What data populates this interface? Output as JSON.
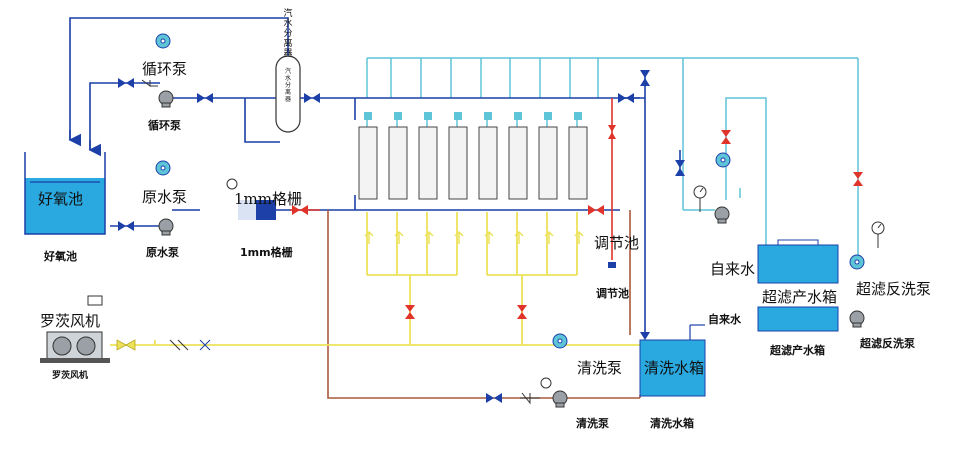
{
  "colors": {
    "air_line": "#1c3fa8",
    "cyan_line": "#5ec4d8",
    "yellow_line": "#ece25a",
    "brown_line": "#a85a3a",
    "red_line": "#e0332a",
    "tank_fill": "#29a9df",
    "membrane_fill": "#f3f3f3"
  },
  "icons": [
    "fan-icon",
    "pump-icon",
    "valve-icon",
    "check-valve-icon",
    "pressure-gauge-icon",
    "flow-meter-icon",
    "blower-icon"
  ],
  "labels": {
    "oxic_tank_overlay": "好氧池",
    "oxic_tank_caption": "好氧池",
    "circulation_pump_overlay": "循环泵",
    "circulation_pump_caption": "循环泵",
    "separator_vertical": "汽水分离器",
    "separator_inner": "汽水分离器",
    "raw_pump_overlay": "原水泵",
    "raw_pump_caption": "原水泵",
    "grid_overlay": "1mm格栅",
    "grid_caption": "1mm格栅",
    "regulating_tank_overlay": "调节池",
    "regulating_tank_caption": "调节池",
    "tap_water_overlay": "自来水",
    "tap_water_caption": "自来水",
    "uf_tank_overlay": "超滤产水箱",
    "uf_tank_caption": "超滤产水箱",
    "backwash_pump_overlay": "超滤反洗泵",
    "backwash_pump_caption": "超滤反洗泵",
    "blower_overlay": "罗茨风机",
    "blower_caption": "罗茨风机",
    "clean_pump_overlay": "清洗泵",
    "clean_pump_caption": "清洗泵",
    "clean_tank_overlay": "清洗水箱",
    "clean_tank_caption": "清洗水箱"
  }
}
